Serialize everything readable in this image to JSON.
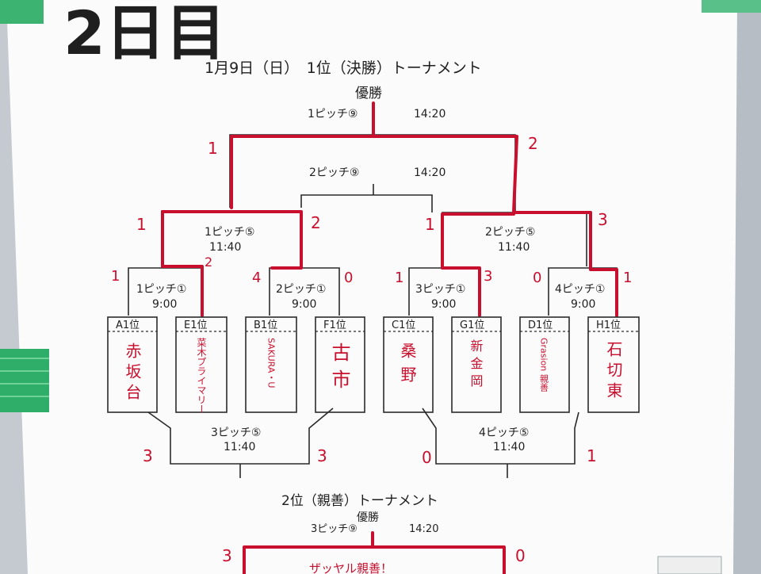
{
  "heading": "2日目",
  "subtitle_main": "1月9日（日）　1位（決勝）トーナメント",
  "champion_label": "優勝",
  "final": {
    "pitch": "1ピッチ⑨",
    "time": "14:20"
  },
  "third_place": {
    "pitch": "2ピッチ⑨",
    "time": "14:20"
  },
  "semis": [
    {
      "pitch": "1ピッチ⑤",
      "time": "11:40"
    },
    {
      "pitch": "2ピッチ⑤",
      "time": "11:40"
    }
  ],
  "quarters": [
    {
      "pitch": "1ピッチ①",
      "time": "9:00"
    },
    {
      "pitch": "2ピッチ①",
      "time": "9:00"
    },
    {
      "pitch": "3ピッチ①",
      "time": "9:00"
    },
    {
      "pitch": "4ピッチ①",
      "time": "9:00"
    }
  ],
  "seeds": [
    "A1位",
    "E1位",
    "B1位",
    "F1位",
    "C1位",
    "G1位",
    "D1位",
    "H1位"
  ],
  "teams": [
    "赤坂台",
    "菜木プライマリー",
    "SAKURA・U",
    "古市",
    "桑野",
    "新金岡",
    "Grasion 親善",
    "石切東"
  ],
  "consolation": [
    {
      "pitch": "3ピッチ⑤",
      "time": "11:40"
    },
    {
      "pitch": "4ピッチ⑤",
      "time": "11:40"
    }
  ],
  "subtitle_second": "2位（親善）トーナメント",
  "second_champion_label": "優勝",
  "second_final": {
    "pitch": "3ピッチ⑨",
    "time": "14:20"
  },
  "second_partial_text": "ザッヤル親善！",
  "scores": {
    "final_left": "1",
    "final_right": "2",
    "semi1_left": "1",
    "semi1_right": "2",
    "semi2_left": "1",
    "semi2_right": "3",
    "q1_left": "1",
    "q1_right": "2",
    "q2_left": "4",
    "q2_right": "0",
    "q3_left": "1",
    "q3_right": "3",
    "q4_left": "0",
    "q4_right": "1",
    "c1_left": "3",
    "c1_right": "3",
    "c2_left": "0",
    "c2_right": "1",
    "second_left": "3",
    "second_right": "0"
  },
  "colors": {
    "paper": "#fdfdfd",
    "ink": "#1f1f1f",
    "red_marker": "#c8102e",
    "tape": "#3cb371"
  }
}
